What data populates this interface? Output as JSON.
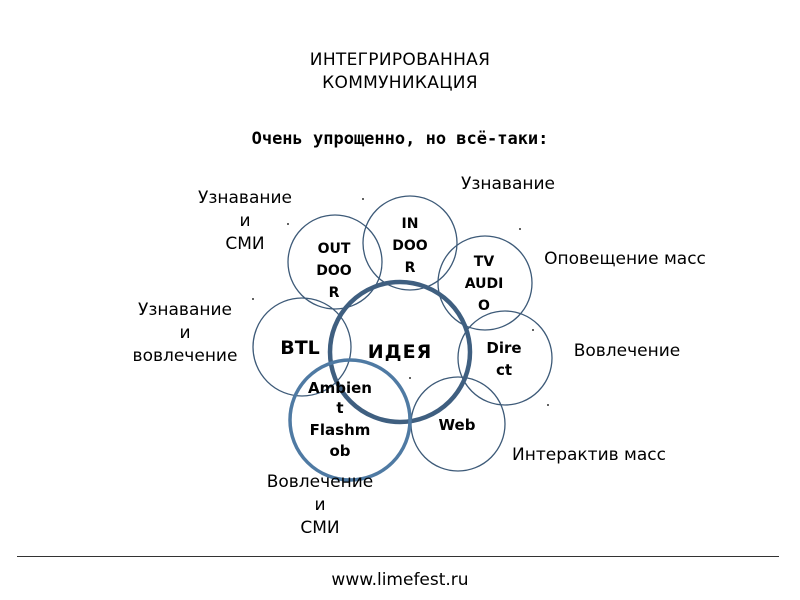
{
  "header": {
    "title_line1": "ИНТЕГРИРОВАННАЯ",
    "title_line2": "КОММУНИКАЦИЯ",
    "subtitle": "Очень упрощенно, но всё-таки:"
  },
  "circles": {
    "center": "ИДЕЯ",
    "outdoor": [
      "OUT",
      "DOO",
      "R"
    ],
    "indoor": [
      "IN",
      "DOO",
      "R"
    ],
    "tv_audio": [
      "TV",
      "AUDI",
      "O"
    ],
    "btl": "BTL",
    "direct": [
      "Dire",
      "ct"
    ],
    "web": "Web",
    "ambient": [
      "Ambien",
      "t",
      "Flashm",
      "ob"
    ]
  },
  "labels": {
    "top_left": [
      "Узнавание",
      "и",
      "СМИ"
    ],
    "top_right": "Узнавание",
    "right_upper": "Оповещение масс",
    "left": [
      "Узнавание",
      "и",
      "вовлечение"
    ],
    "right": "Вовлечение",
    "right_lower": "Интерактив масс",
    "bottom": [
      "Вовлечение",
      "и",
      "СМИ"
    ]
  },
  "footer": {
    "url": "www.limefest.ru"
  },
  "colors": {
    "outer_circle_stroke": "#3d5a78",
    "center_circle_stroke": "#3f5f80",
    "ambient_circle_stroke": "#4f7aa3",
    "text": "#000000",
    "background": "#ffffff"
  }
}
